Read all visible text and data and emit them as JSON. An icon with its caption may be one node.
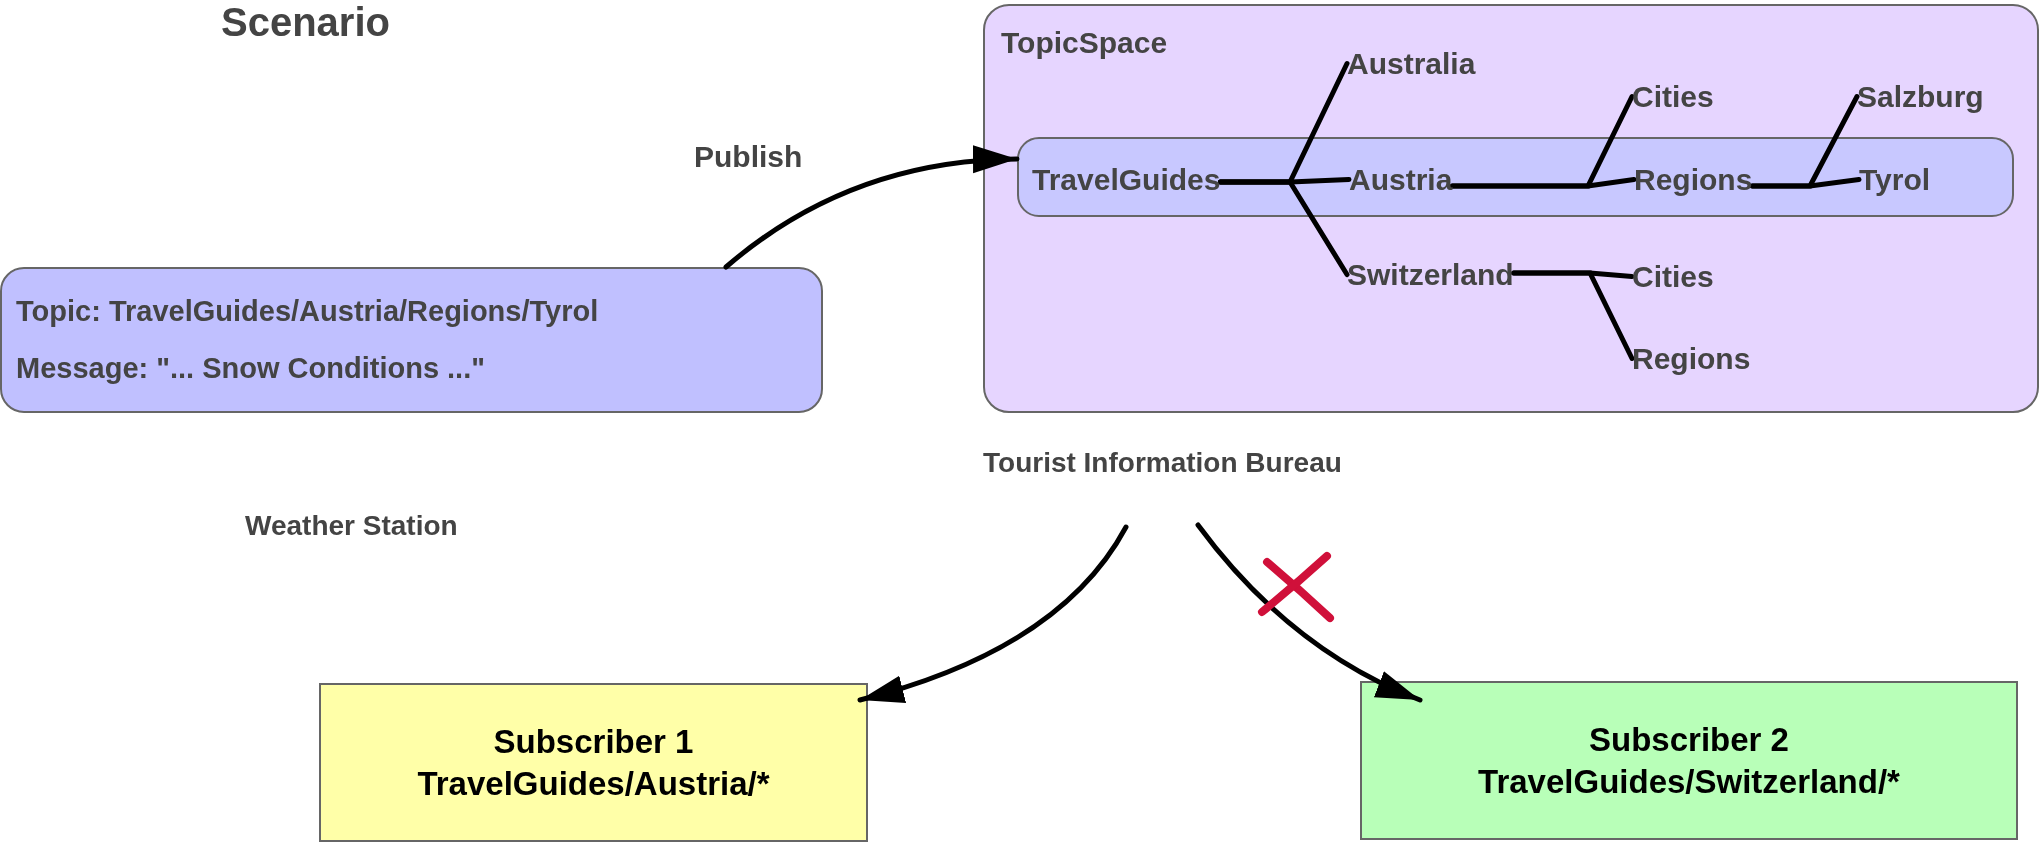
{
  "diagram": {
    "title": "Scenario",
    "nodes": [
      {
        "text": [
          "Topic: TravelGuides/Austria/Regions/Tyrol",
          "Message: \"... Snow Conditions ...\""
        ],
        "beside": [
          "Weather Station"
        ]
      },
      {
        "text": [
          "TopicSpace"
        ],
        "beside": [
          "Tourist Information Bureau"
        ]
      },
      {
        "text": [],
        "shape": "box",
        "in": 1
      },
      {
        "text": [
          "TravelGuides"
        ],
        "in": 2
      },
      {
        "text": [
          "Australia"
        ],
        "in": 1
      },
      {
        "text": [
          "Austria"
        ],
        "in": 2
      },
      {
        "text": [
          "Switzerland"
        ],
        "in": 1
      },
      {
        "text": [
          "Cities"
        ],
        "in": 1
      },
      {
        "text": [
          "Regions"
        ],
        "in": 2
      },
      {
        "text": [
          "Salzburg"
        ],
        "in": 1
      },
      {
        "text": [
          "Tyrol"
        ],
        "in": 2
      },
      {
        "text": [
          "Cities"
        ],
        "in": 1
      },
      {
        "text": [
          "Regions"
        ],
        "in": 1
      },
      {
        "text": [
          "Subscriber 1",
          "TravelGuides/Austria/*"
        ]
      },
      {
        "text": [
          "Subscriber 2",
          "TravelGuides/Switzerland/*"
        ]
      }
    ],
    "edges": [
      {
        "from": 0,
        "to": 2,
        "arrow": "to",
        "label": "Publish"
      },
      {
        "from": 3,
        "to": 4,
        "arrow": "none"
      },
      {
        "from": 3,
        "to": 5,
        "arrow": "none"
      },
      {
        "from": 3,
        "to": 6,
        "arrow": "none"
      },
      {
        "from": 5,
        "to": 7,
        "arrow": "none"
      },
      {
        "from": 5,
        "to": 8,
        "arrow": "none"
      },
      {
        "from": 8,
        "to": 9,
        "arrow": "none"
      },
      {
        "from": 8,
        "to": 10,
        "arrow": "none"
      },
      {
        "from": 6,
        "to": 11,
        "arrow": "none"
      },
      {
        "from": 6,
        "to": 12,
        "arrow": "none"
      },
      {
        "from": null,
        "to": 13,
        "arrow": "to"
      },
      {
        "from": null,
        "to": 14,
        "arrow": "to"
      }
    ]
  }
}
